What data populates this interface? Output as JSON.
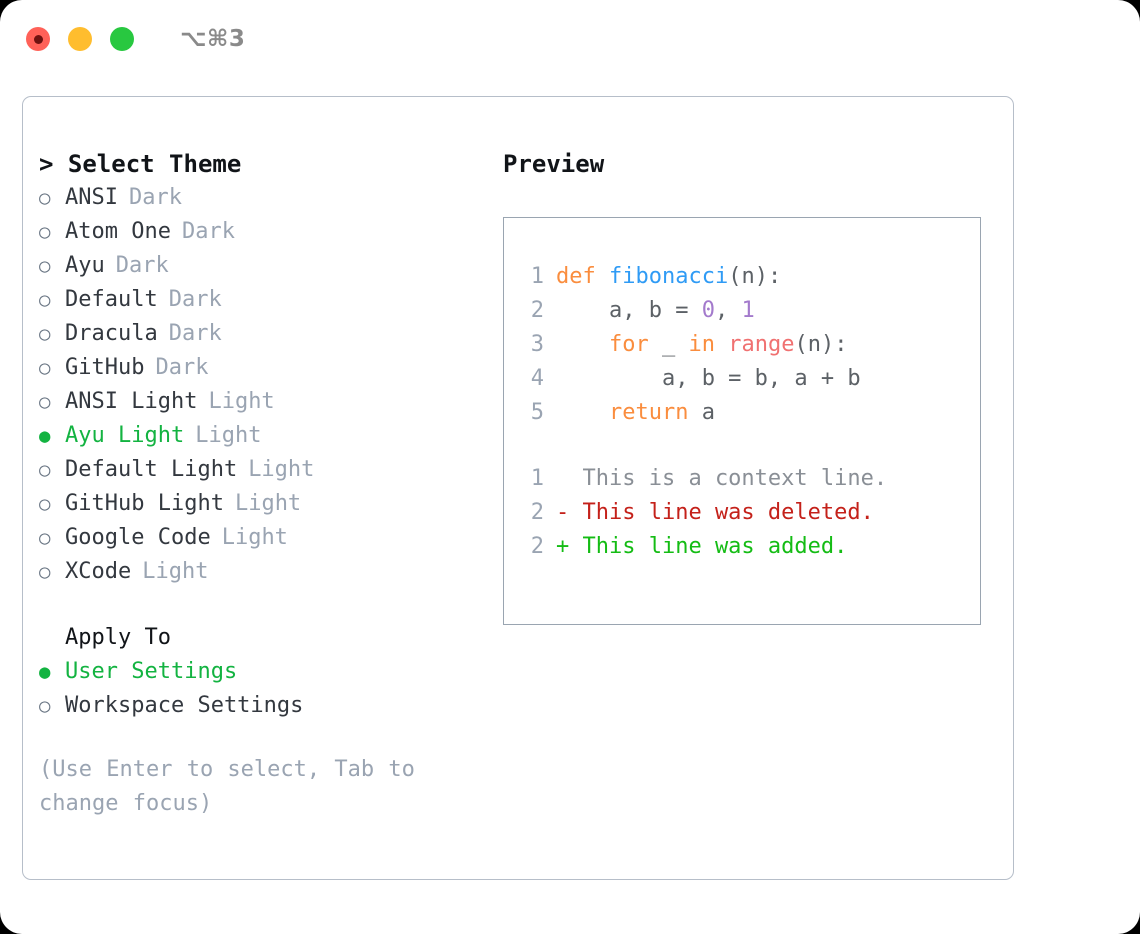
{
  "titlebar": {
    "shortcut": "⌥⌘3",
    "dots": [
      {
        "name": "close",
        "color": "#ff6158"
      },
      {
        "name": "minimize",
        "color": "#ffbd2e"
      },
      {
        "name": "maximize",
        "color": "#28c840"
      }
    ]
  },
  "theme_picker": {
    "heading": "> Select Theme",
    "items": [
      {
        "marker": "○",
        "label": "ANSI",
        "tag": "Dark",
        "selected": false
      },
      {
        "marker": "○",
        "label": "Atom One",
        "tag": "Dark",
        "selected": false
      },
      {
        "marker": "○",
        "label": "Ayu",
        "tag": "Dark",
        "selected": false
      },
      {
        "marker": "○",
        "label": "Default",
        "tag": "Dark",
        "selected": false
      },
      {
        "marker": "○",
        "label": "Dracula",
        "tag": "Dark",
        "selected": false
      },
      {
        "marker": "○",
        "label": "GitHub",
        "tag": "Dark",
        "selected": false
      },
      {
        "marker": "○",
        "label": "ANSI Light",
        "tag": "Light",
        "selected": false
      },
      {
        "marker": "●",
        "label": "Ayu Light",
        "tag": "Light",
        "selected": true
      },
      {
        "marker": "○",
        "label": "Default Light",
        "tag": "Light",
        "selected": false
      },
      {
        "marker": "○",
        "label": "GitHub Light",
        "tag": "Light",
        "selected": false
      },
      {
        "marker": "○",
        "label": "Google Code",
        "tag": "Light",
        "selected": false
      },
      {
        "marker": "○",
        "label": "XCode",
        "tag": "Light",
        "selected": false
      }
    ]
  },
  "apply_to": {
    "heading": "Apply To",
    "items": [
      {
        "marker": "●",
        "label": "User Settings",
        "selected": true
      },
      {
        "marker": "○",
        "label": "Workspace Settings",
        "selected": false
      }
    ]
  },
  "hint": "(Use Enter to select, Tab to change focus)",
  "preview": {
    "title": "Preview",
    "code_lines": [
      {
        "no": "1",
        "tokens": [
          {
            "t": "def ",
            "c": "kw"
          },
          {
            "t": "fibonacci",
            "c": "fn"
          },
          {
            "t": "(n):",
            "c": "plain"
          }
        ]
      },
      {
        "no": "2",
        "tokens": [
          {
            "t": "    a, b = ",
            "c": "plain"
          },
          {
            "t": "0",
            "c": "num"
          },
          {
            "t": ", ",
            "c": "plain"
          },
          {
            "t": "1",
            "c": "num"
          }
        ]
      },
      {
        "no": "3",
        "tokens": [
          {
            "t": "    ",
            "c": "plain"
          },
          {
            "t": "for",
            "c": "kw"
          },
          {
            "t": " _ ",
            "c": "plain"
          },
          {
            "t": "in",
            "c": "kw"
          },
          {
            "t": " ",
            "c": "plain"
          },
          {
            "t": "range",
            "c": "bi"
          },
          {
            "t": "(n):",
            "c": "plain"
          }
        ]
      },
      {
        "no": "4",
        "tokens": [
          {
            "t": "        a, b = b, a + b",
            "c": "plain"
          }
        ]
      },
      {
        "no": "5",
        "tokens": [
          {
            "t": "    ",
            "c": "plain"
          },
          {
            "t": "return",
            "c": "kw"
          },
          {
            "t": " a",
            "c": "plain"
          }
        ]
      }
    ],
    "diff_lines": [
      {
        "no": "1",
        "kind": "context",
        "text": "  This is a context line."
      },
      {
        "no": "2",
        "kind": "delete",
        "text": "- This line was deleted."
      },
      {
        "no": "2",
        "kind": "add",
        "text": "+ This line was added."
      }
    ]
  },
  "colors": {
    "accent_green": "#13b341",
    "muted": "#9aa4b2",
    "keyword": "#fa8d3e",
    "function": "#2f9bf5",
    "number": "#a37acc",
    "builtin": "#f07171",
    "diff_delete": "#c4211a",
    "diff_add": "#14bc14"
  }
}
